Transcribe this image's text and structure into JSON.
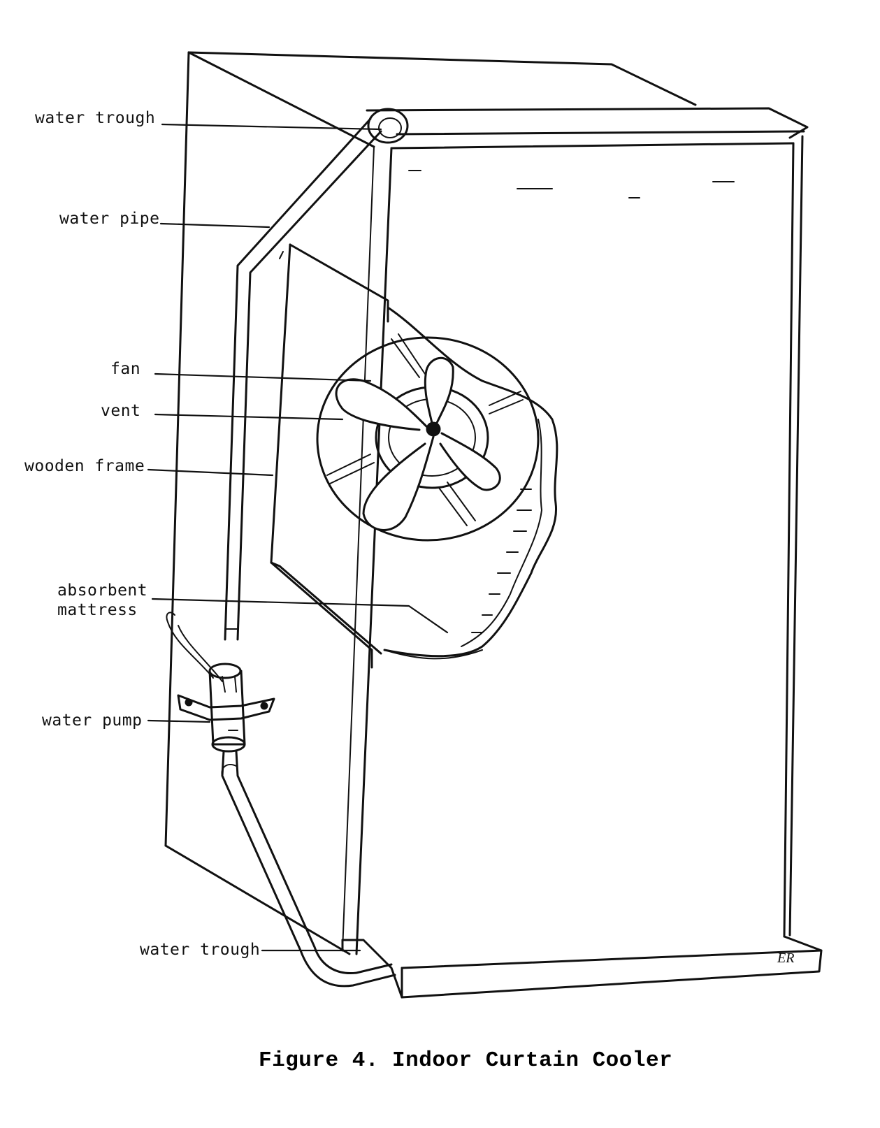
{
  "figure": {
    "caption": "Figure 4. Indoor Curtain Cooler",
    "initials": "ER"
  },
  "labels": {
    "water_trough_top": "water trough",
    "water_pipe": "water pipe",
    "fan": "fan",
    "vent": "vent",
    "wooden_frame": "wooden frame",
    "absorbent_mattress_line1": "absorbent",
    "absorbent_mattress_line2": "mattress",
    "water_pump": "water pump",
    "water_trough_bottom": "water trough"
  }
}
